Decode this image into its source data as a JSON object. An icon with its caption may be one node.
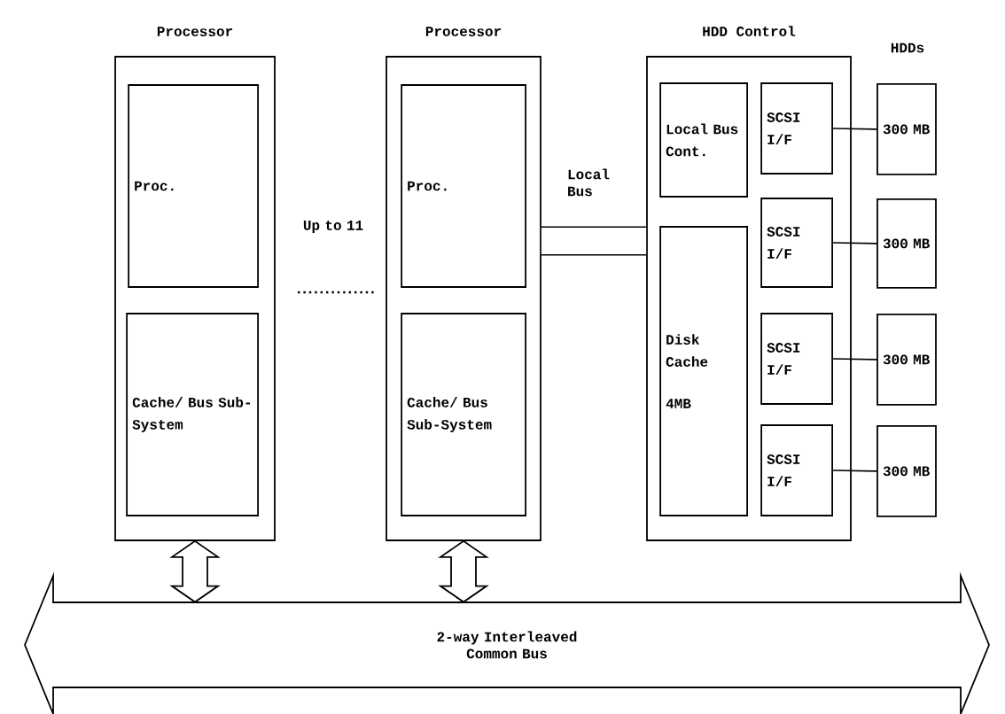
{
  "diagram": {
    "nodes": [
      {
        "text": [
          "Processor"
        ]
      },
      {
        "text": [
          "Proc."
        ],
        "in": 0
      },
      {
        "text": [
          "Cache/ Bus Sub-System"
        ],
        "in": 0
      },
      {
        "text": [
          "Processor"
        ]
      },
      {
        "text": [
          "Proc."
        ],
        "in": 3
      },
      {
        "text": [
          "Cache/ Bus Sub-System"
        ],
        "in": 3
      },
      {
        "text": [
          "HDD Control"
        ]
      },
      {
        "text": [
          "Local Bus Cont."
        ],
        "in": 6
      },
      {
        "text": [
          "Disk Cache",
          "4MB"
        ],
        "in": 6
      },
      {
        "text": [
          "SCSI I/F"
        ],
        "in": 6
      },
      {
        "text": [
          "SCSI I/F"
        ],
        "in": 6
      },
      {
        "text": [
          "SCSI I/F"
        ],
        "in": 6
      },
      {
        "text": [
          "SCSI I/F"
        ],
        "in": 6
      },
      {
        "text": [
          "300 MB"
        ]
      },
      {
        "text": [
          "300 MB"
        ]
      },
      {
        "text": [
          "300 MB"
        ]
      },
      {
        "text": [
          "300 MB"
        ]
      },
      {
        "text": [
          "2-way Interleaved Common Bus"
        ]
      }
    ],
    "edges": [
      {
        "from": 3,
        "to": 6,
        "arrow": "none",
        "label": "Local Bus",
        "style": "thick"
      },
      {
        "from": 9,
        "to": 13,
        "arrow": "none"
      },
      {
        "from": 10,
        "to": 14,
        "arrow": "none"
      },
      {
        "from": 11,
        "to": 15,
        "arrow": "none"
      },
      {
        "from": 12,
        "to": 16,
        "arrow": "none"
      },
      {
        "from": 0,
        "to": 17,
        "arrow": "both"
      },
      {
        "from": 3,
        "to": 17,
        "arrow": "both"
      }
    ],
    "labels": [
      "HDDs",
      "Up to 11"
    ]
  }
}
